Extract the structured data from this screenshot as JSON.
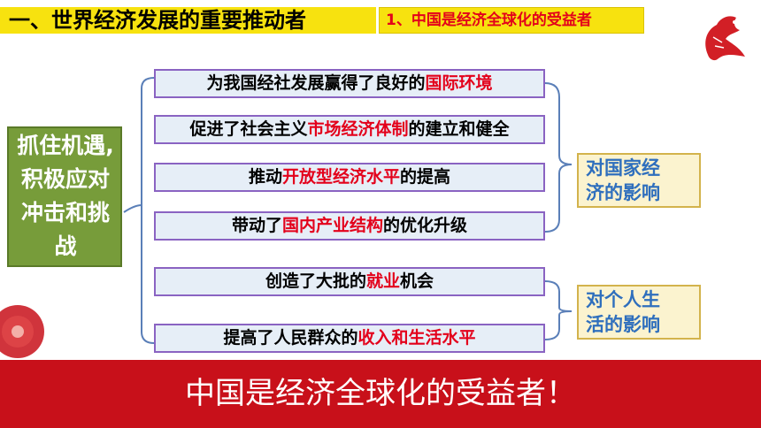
{
  "title": "一、世界经济发展的重要推动者",
  "subtitle": "1、中国是经济全球化的受益者",
  "left_box": [
    "抓住机遇,",
    "积极应对",
    "冲击和挑",
    "战"
  ],
  "items": [
    {
      "pre": "为我国经社发展赢得了良好的",
      "hl": "国际环境",
      "post": ""
    },
    {
      "pre": "促进了社会主义",
      "hl": "市场经济体制",
      "post": "的建立和健全"
    },
    {
      "pre": "推动",
      "hl": "开放型经济水平",
      "post": "的提高"
    },
    {
      "pre": "带动了",
      "hl": "国内产业结构",
      "post": "的优化升级"
    },
    {
      "pre": "创造了大批的",
      "hl": "就业",
      "post": "机会"
    },
    {
      "pre": "提高了人民群众的",
      "hl": "收入和生活水平",
      "post": ""
    }
  ],
  "effects": [
    {
      "line1": "对国家经",
      "line2": "济的影响"
    },
    {
      "line1": "对个人生",
      "line2": "活的影响"
    }
  ],
  "banner": "中国是经济全球化的受益者！"
}
